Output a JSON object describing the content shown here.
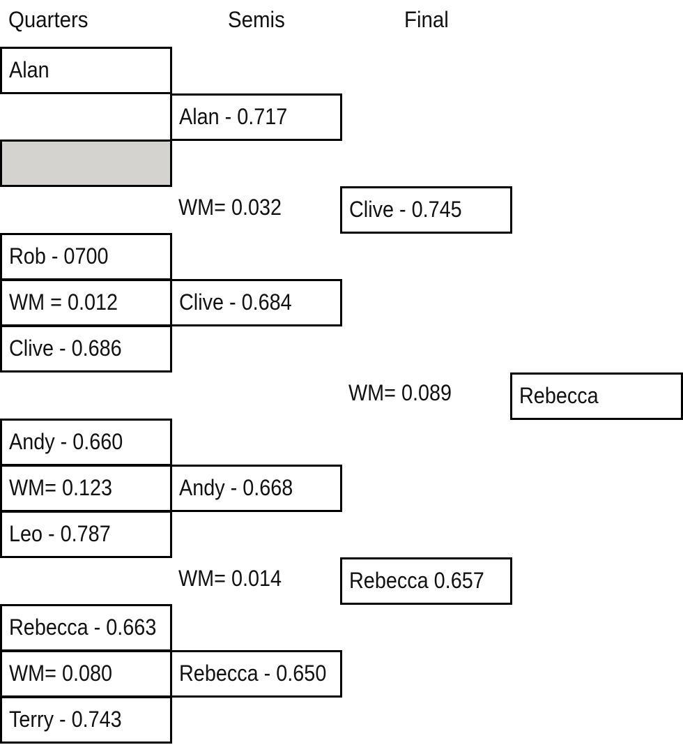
{
  "headers": {
    "quarters": "Quarters",
    "semis": "Semis",
    "final": "Final"
  },
  "quarters": {
    "alan": "Alan",
    "rob": "Rob - 0700",
    "wm_rob_clive": "WM = 0.012",
    "clive": "Clive - 0.686",
    "andy": "Andy - 0.660",
    "wm_andy_leo": "WM= 0.123",
    "leo": "Leo - 0.787",
    "rebecca": "Rebecca - 0.663",
    "wm_rebecca_terry": "WM= 0.080",
    "terry": "Terry - 0.743"
  },
  "semis": {
    "alan": "Alan - 0.717",
    "wm_top": "WM= 0.032",
    "clive": "Clive - 0.684",
    "andy": "Andy - 0.668",
    "wm_bottom": "WM= 0.014",
    "rebecca": "Rebecca - 0.650"
  },
  "final": {
    "clive": "Clive - 0.745",
    "wm": "WM= 0.089",
    "rebecca": "Rebecca 0.657"
  },
  "winner": "Rebecca",
  "colors": {
    "empty_slot_fill": "#d4d3cf",
    "border": "#000000"
  }
}
